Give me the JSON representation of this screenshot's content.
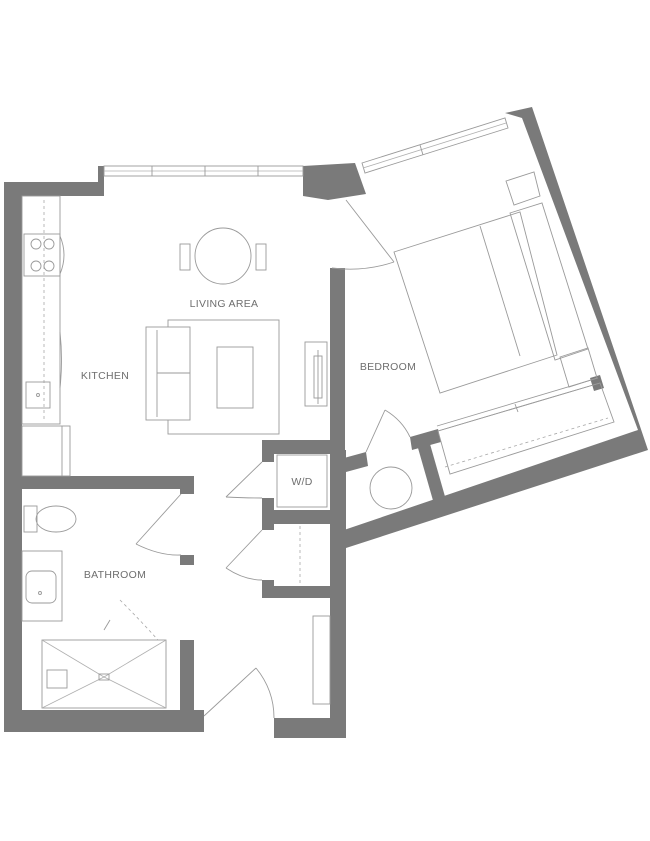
{
  "rooms": {
    "living_area": "LIVING AREA",
    "kitchen": "KITCHEN",
    "bedroom": "BEDROOM",
    "bathroom": "BATHROOM",
    "laundry": "W/D"
  },
  "colors": {
    "wall": "#7a7a7a",
    "line": "#9a9a9a",
    "label": "#6e6e6e",
    "background": "#ffffff"
  }
}
